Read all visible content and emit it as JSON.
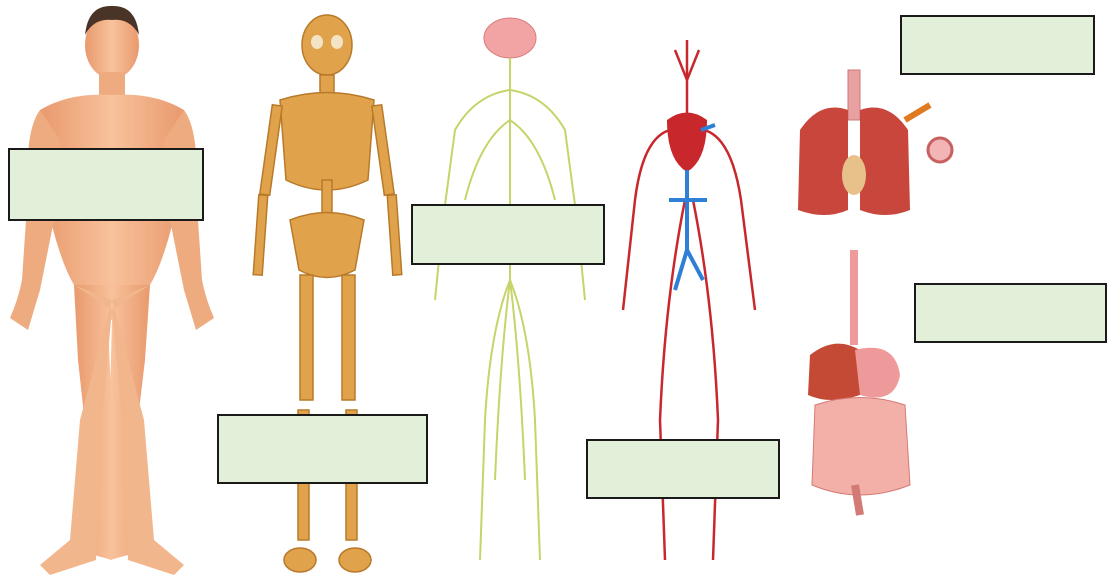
{
  "figures": [
    {
      "name": "human-body",
      "kind": "body"
    },
    {
      "name": "skeletal-system",
      "kind": "skeleton"
    },
    {
      "name": "nervous-system",
      "kind": "nerves"
    },
    {
      "name": "circulatory-system",
      "kind": "circulation"
    },
    {
      "name": "respiratory-system",
      "kind": "lungs"
    },
    {
      "name": "digestive-system",
      "kind": "digestion"
    }
  ],
  "label_boxes": [
    {
      "name": "body-label",
      "value": ""
    },
    {
      "name": "skeleton-label",
      "value": ""
    },
    {
      "name": "nervous-label",
      "value": ""
    },
    {
      "name": "circulatory-label",
      "value": ""
    },
    {
      "name": "respiratory-label",
      "value": ""
    },
    {
      "name": "digestive-label",
      "value": ""
    }
  ],
  "colors": {
    "skin": "#f6b98e",
    "bone": "#e0a24a",
    "nerve": "#cfdc7a",
    "artery": "#c8282c",
    "vein": "#2f7fd6",
    "lung": "#c8463c",
    "gut": "#ef9a9a",
    "label_fill": "#e3f0d9"
  }
}
